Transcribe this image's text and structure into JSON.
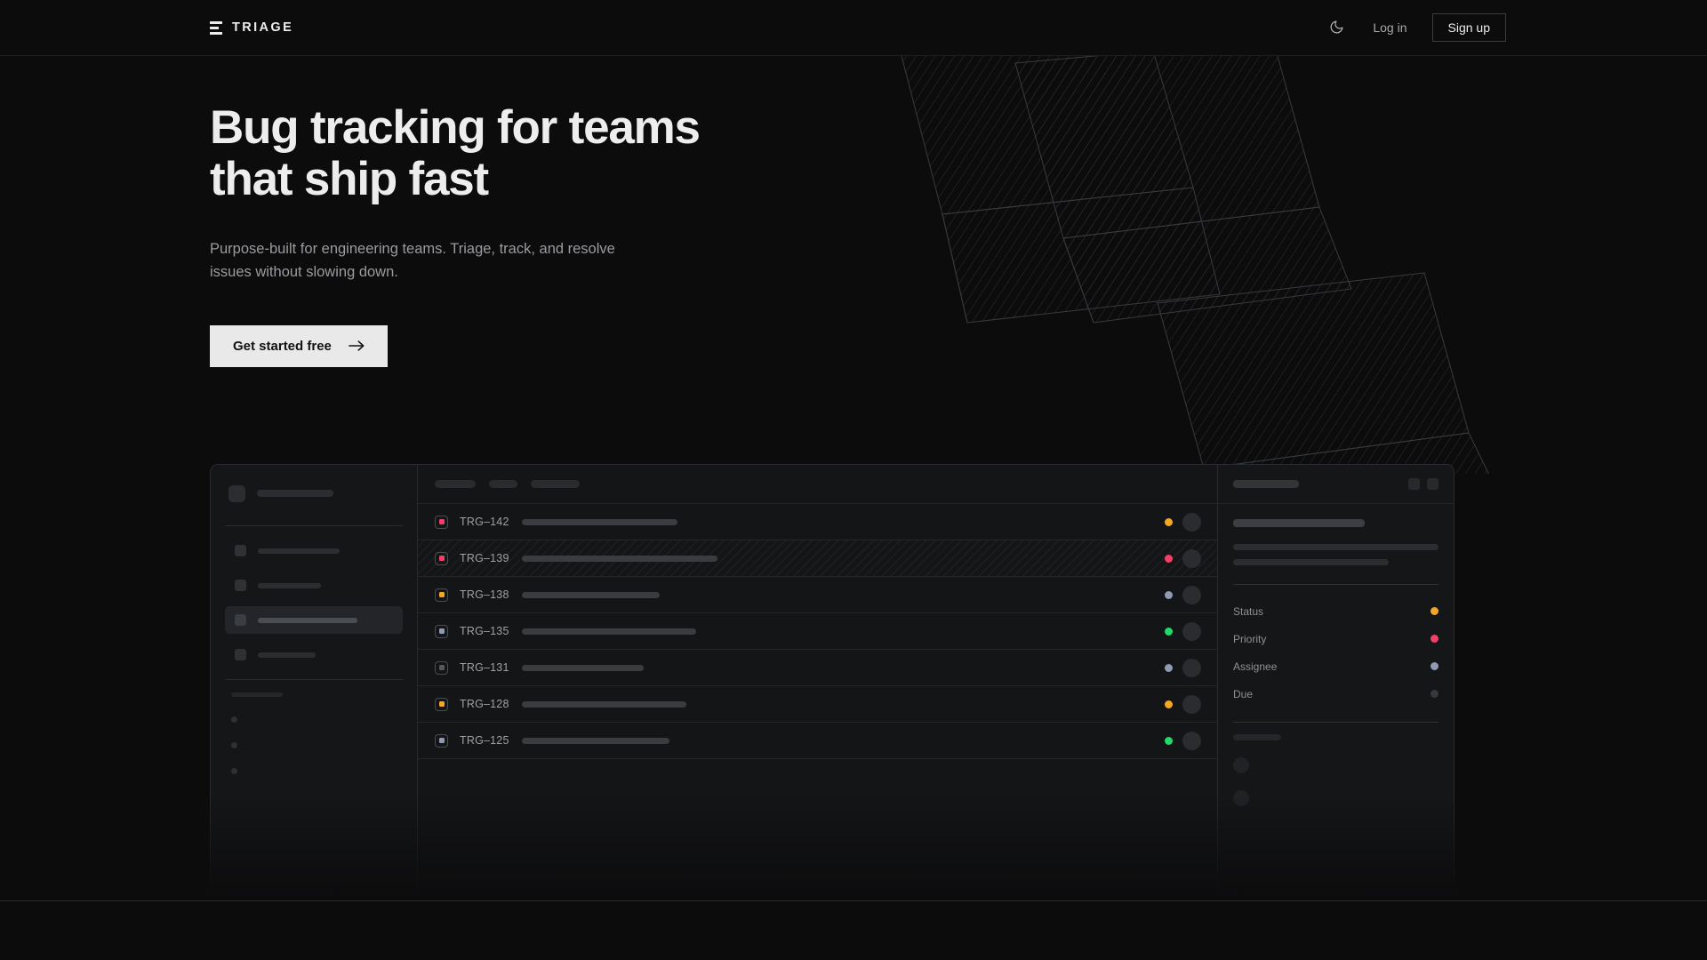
{
  "brand": {
    "name": "TRIAGE",
    "logo_icon": "stacked-bars-logo-icon"
  },
  "header": {
    "theme_toggle_icon": "moon-icon",
    "login_label": "Log in",
    "signup_label": "Sign up"
  },
  "hero": {
    "heading_line1": "Bug tracking for teams",
    "heading_line2": "that ship fast",
    "subheading": "Purpose-built for engineering teams. Triage, track, and resolve issues without slowing down.",
    "cta_label": "Get started free",
    "cta_icon": "arrow-right-icon"
  },
  "colors": {
    "page_bg": "#0c0c0d",
    "panel_bg": "#151618",
    "border": "#2a2b2e",
    "text_primary": "#ededed",
    "text_muted": "#9a9b9e",
    "cta_bg": "#e9e9ea",
    "amber": "#f5a623",
    "pink": "#f43f68",
    "green": "#22d96c",
    "slate": "#8e9bb3",
    "idle": "#35383c"
  },
  "mockup": {
    "sidebar": {
      "workspace_icon": "workspace-square-icon",
      "workspace_name_width": 86,
      "nav_items": [
        {
          "label_width": 92,
          "active": false
        },
        {
          "label_width": 71,
          "active": false
        },
        {
          "label_width": 112,
          "active": true
        },
        {
          "label_width": 65,
          "active": false
        }
      ],
      "section_label_width": 58,
      "mini_dots": 3
    },
    "list": {
      "toolbar_pills": [
        46,
        32,
        55
      ],
      "rows": [
        {
          "id": "TRG–142",
          "priority_color": "#f43f68",
          "title_width": 175,
          "status_color": "#f5a623",
          "selected": false
        },
        {
          "id": "TRG–139",
          "priority_color": "#f43f68",
          "title_width": 220,
          "status_color": "#f43f68",
          "selected": true
        },
        {
          "id": "TRG–138",
          "priority_color": "#f5a623",
          "title_width": 155,
          "status_color": "#8e9bb3",
          "selected": false
        },
        {
          "id": "TRG–135",
          "priority_color": "#8e9bb3",
          "title_width": 196,
          "status_color": "#22d96c",
          "selected": false
        },
        {
          "id": "TRG–131",
          "priority_color": "#55585d",
          "title_width": 137,
          "status_color": "#8e9bb3",
          "selected": false
        },
        {
          "id": "TRG–128",
          "priority_color": "#f5a623",
          "title_width": 185,
          "status_color": "#f5a623",
          "selected": false
        },
        {
          "id": "TRG–125",
          "priority_color": "#8e9bb3",
          "title_width": 166,
          "status_color": "#22d96c",
          "selected": false
        }
      ]
    },
    "detail": {
      "header_title_width": 74,
      "header_buttons": [
        "detail-action-1-icon",
        "detail-action-2-icon"
      ],
      "title_width": 148,
      "desc_lines": [
        231,
        175
      ],
      "meta": [
        {
          "label": "Status",
          "dot_color": "#f5a623"
        },
        {
          "label": "Priority",
          "dot_color": "#f43f68"
        },
        {
          "label": "Assignee",
          "dot_color": "#8e9bb3"
        },
        {
          "label": "Due",
          "dot_color": "#35383c"
        }
      ],
      "comments_label_width": 54,
      "comment_avatars": 2
    }
  }
}
